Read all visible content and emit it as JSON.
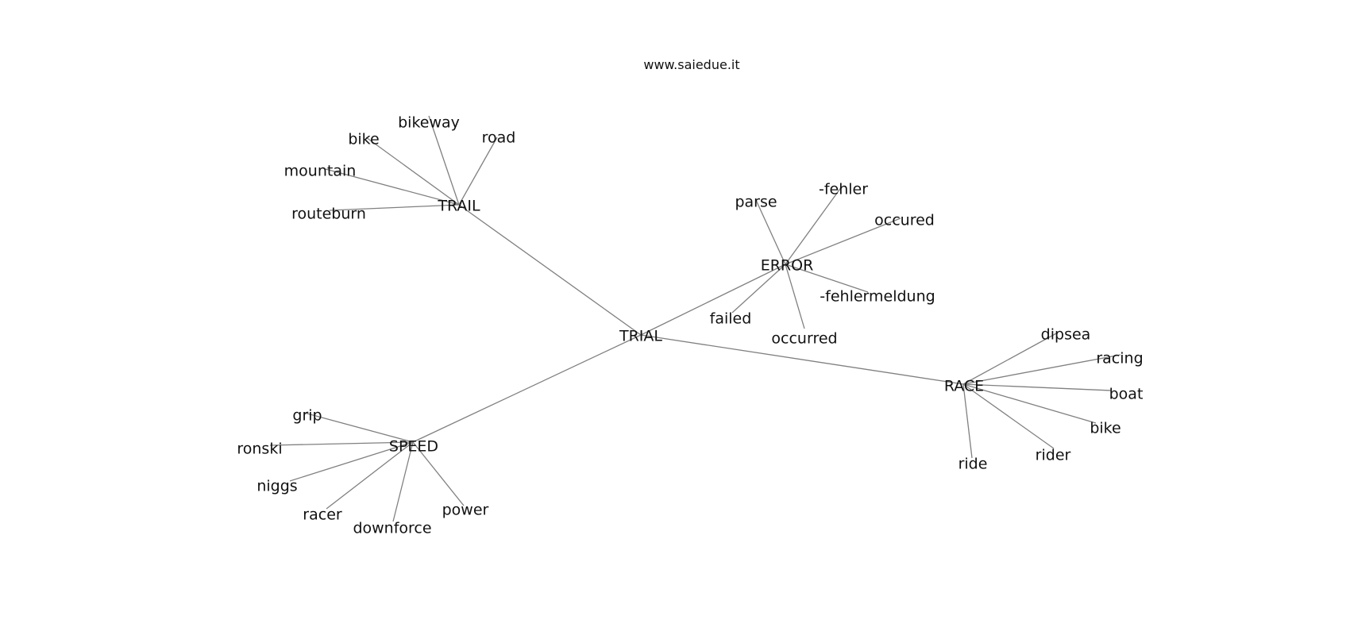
{
  "header": {
    "site": "www.saiedue.it"
  },
  "graph": {
    "root": "TRIAL",
    "hubs": [
      {
        "id": "trail",
        "label": "TRAIL",
        "leaves": [
          {
            "id": "bikeway",
            "label": "bikeway"
          },
          {
            "id": "road",
            "label": "road"
          },
          {
            "id": "bike-trail",
            "label": "bike"
          },
          {
            "id": "mountain",
            "label": "mountain"
          },
          {
            "id": "routeburn",
            "label": "routeburn"
          }
        ]
      },
      {
        "id": "error",
        "label": "ERROR",
        "leaves": [
          {
            "id": "parse",
            "label": "parse"
          },
          {
            "id": "fehler",
            "label": "-fehler"
          },
          {
            "id": "occured",
            "label": "occured"
          },
          {
            "id": "fehlermeldung",
            "label": "-fehlermeldung"
          },
          {
            "id": "failed",
            "label": "failed"
          },
          {
            "id": "occurred",
            "label": "occurred"
          }
        ]
      },
      {
        "id": "race",
        "label": "RACE",
        "leaves": [
          {
            "id": "dipsea",
            "label": "dipsea"
          },
          {
            "id": "racing",
            "label": "racing"
          },
          {
            "id": "boat",
            "label": "boat"
          },
          {
            "id": "bike-race",
            "label": "bike"
          },
          {
            "id": "rider",
            "label": "rider"
          },
          {
            "id": "ride",
            "label": "ride"
          }
        ]
      },
      {
        "id": "speed",
        "label": "SPEED",
        "leaves": [
          {
            "id": "grip",
            "label": "grip"
          },
          {
            "id": "ronski",
            "label": "ronski"
          },
          {
            "id": "niggs",
            "label": "niggs"
          },
          {
            "id": "racer",
            "label": "racer"
          },
          {
            "id": "downforce",
            "label": "downforce"
          },
          {
            "id": "power",
            "label": "power"
          }
        ]
      }
    ]
  }
}
